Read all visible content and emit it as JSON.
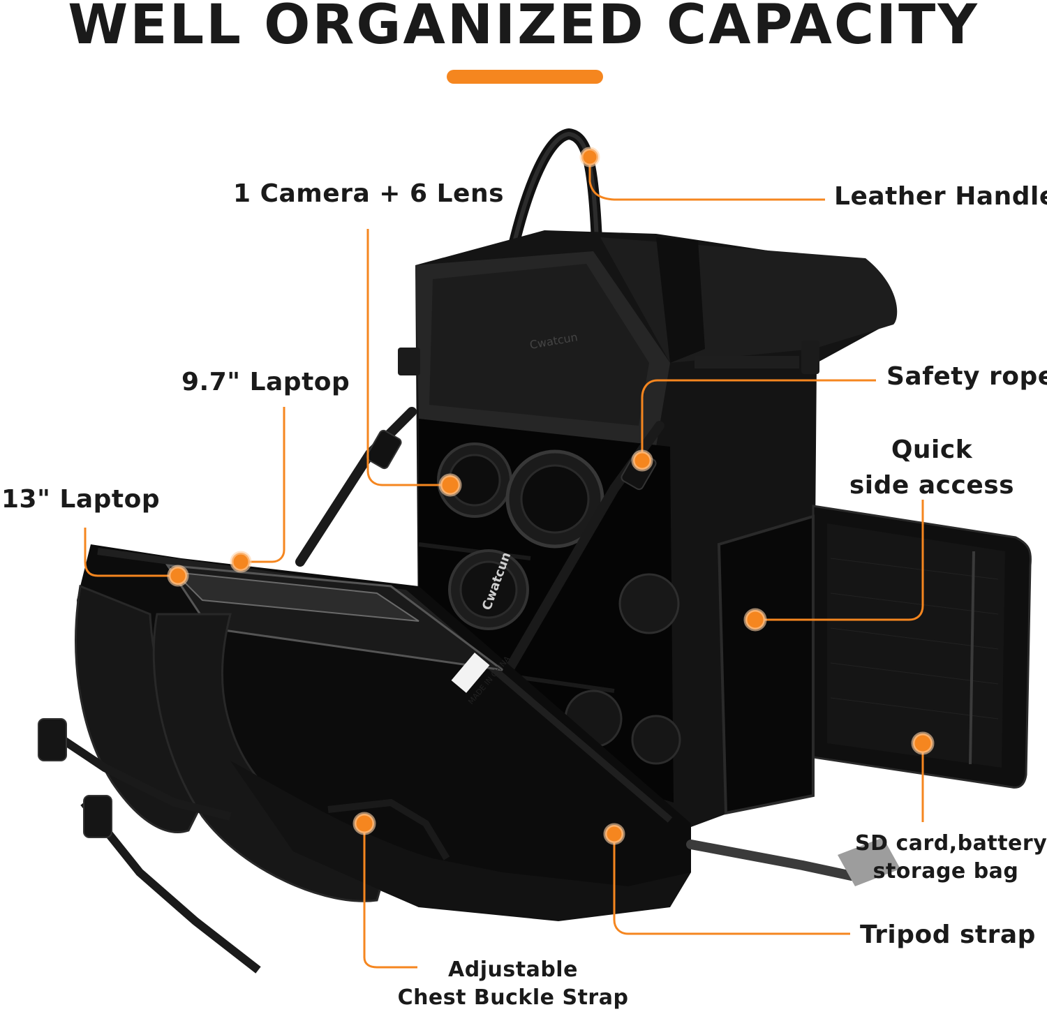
{
  "title": "WELL ORGANIZED CAPACITY",
  "colors": {
    "accent": "#f5861f",
    "bag": "#141414",
    "bag_dark": "#050505",
    "text": "#1a1a1a"
  },
  "callouts": {
    "camera_lens": "1 Camera + 6 Lens",
    "leather_handle": "Leather Handle",
    "laptop_97": "9.7\" Laptop",
    "safety_rope": "Safety rope",
    "quick_side_line1": "Quick",
    "quick_side_line2": "side access",
    "laptop_13": "13\" Laptop",
    "sd_line1": "SD card,battery",
    "sd_line2": "storage bag",
    "tripod_strap": "Tripod strap",
    "chest_line1": "Adjustable",
    "chest_line2": "Chest Buckle Strap"
  },
  "product_text": {
    "brand": "Cwatcun",
    "tag": "MADE IN CHINA"
  }
}
